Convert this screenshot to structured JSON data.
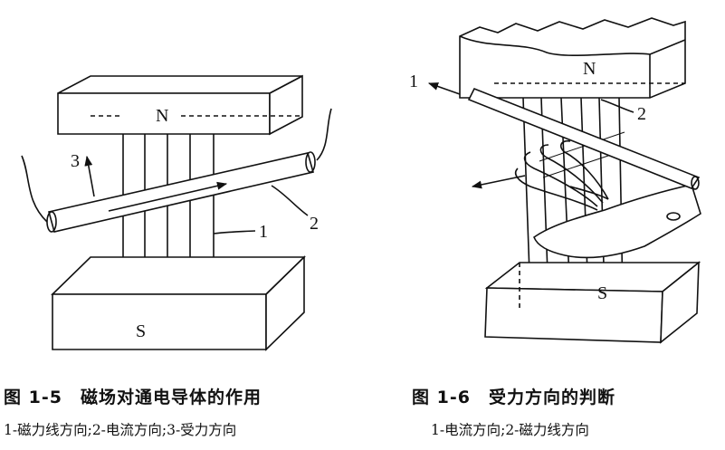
{
  "figure_left": {
    "pole_top": "N",
    "pole_bottom": "S",
    "labels": [
      "1",
      "2",
      "3"
    ],
    "caption": "图 1-5　磁场对通电导体的作用",
    "legend": "1-磁力线方向;2-电流方向;3-受力方向"
  },
  "figure_right": {
    "pole_top": "N",
    "pole_bottom": "S",
    "labels": [
      "1",
      "2"
    ],
    "caption": "图 1-6　受力方向的判断",
    "legend": "1-电流方向;2-磁力线方向"
  }
}
